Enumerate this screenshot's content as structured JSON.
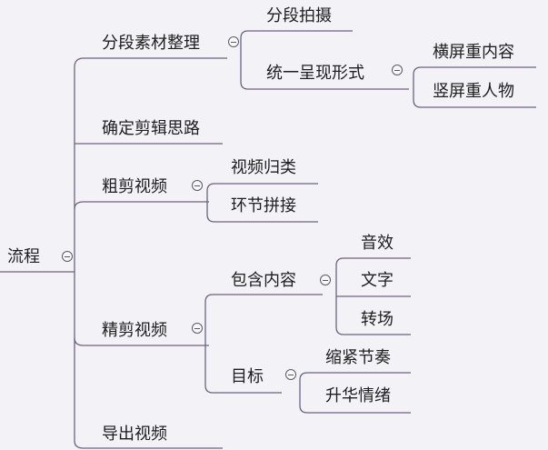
{
  "colors": {
    "line": "#6c6380",
    "text": "#1e1e1e",
    "background": "#f2f2f7"
  },
  "icons": {
    "collapse": "collapse-minus-icon"
  },
  "root": {
    "label": "流程"
  },
  "branches": {
    "segment_material": {
      "label": "分段素材整理",
      "children": {
        "segment_shoot": "分段拍摄",
        "unified_form": {
          "label": "统一呈现形式",
          "children": {
            "landscape": "横屏重内容",
            "portrait": "竖屏重人物"
          }
        }
      }
    },
    "edit_idea": {
      "label": "确定剪辑思路"
    },
    "rough_cut": {
      "label": "粗剪视频",
      "children": {
        "classify": "视频归类",
        "splice": "环节拼接"
      }
    },
    "fine_cut": {
      "label": "精剪视频",
      "children": {
        "contents": {
          "label": "包含内容",
          "children": {
            "sound": "音效",
            "text": "文字",
            "transition": "转场"
          }
        },
        "goals": {
          "label": "目标",
          "children": {
            "tighten": "缩紧节奏",
            "elevate": "升华情绪"
          }
        }
      }
    },
    "export": {
      "label": "导出视频"
    }
  }
}
